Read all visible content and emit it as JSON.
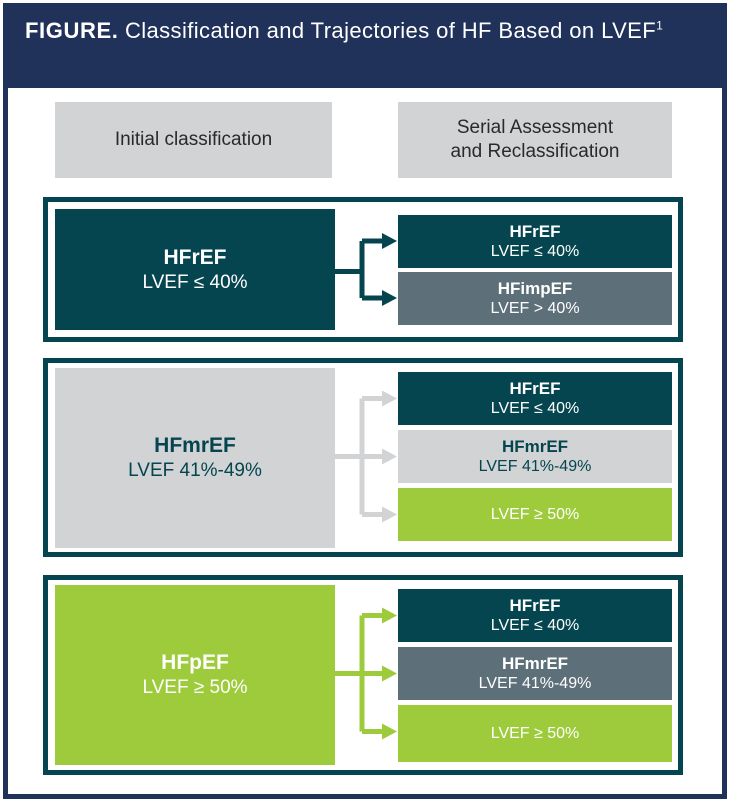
{
  "colors": {
    "navy": "#20325A",
    "teal": "#04454F",
    "slate": "#5D6F78",
    "light_gray": "#D1D3D4",
    "green": "#9DCB3B",
    "text_dark": "#2A2A2A",
    "white": "#FFFFFF"
  },
  "header": {
    "label": "FIGURE.",
    "title": " Classification and Trajectories of HF Based on LVEF",
    "superscript": "1"
  },
  "column_headers": {
    "left": "Initial classification",
    "right_line1": "Serial Assessment",
    "right_line2": "and Reclassification"
  },
  "sections": [
    {
      "id": "hfref",
      "accent": "#04454F",
      "source": {
        "name": "HFrEF",
        "detail": "LVEF ≤ 40%"
      },
      "targets": [
        {
          "name": "HFrEF",
          "detail": "LVEF ≤ 40%"
        },
        {
          "name": "HFimpEF",
          "detail": "LVEF > 40%"
        }
      ]
    },
    {
      "id": "hfmref",
      "accent": "#D1D3D4",
      "source": {
        "name": "HFmrEF",
        "detail": "LVEF 41%-49%"
      },
      "targets": [
        {
          "name": "HFrEF",
          "detail": "LVEF ≤ 40%"
        },
        {
          "name": "HFmrEF",
          "detail": "LVEF 41%-49%"
        },
        {
          "name": "",
          "detail": "LVEF ≥ 50%"
        }
      ]
    },
    {
      "id": "hfpef",
      "accent": "#9DCB3B",
      "source": {
        "name": "HFpEF",
        "detail": "LVEF ≥ 50%"
      },
      "targets": [
        {
          "name": "HFrEF",
          "detail": "LVEF ≤ 40%"
        },
        {
          "name": "HFmrEF",
          "detail": "LVEF 41%-49%"
        },
        {
          "name": "",
          "detail": "LVEF ≥ 50%"
        }
      ]
    }
  ]
}
